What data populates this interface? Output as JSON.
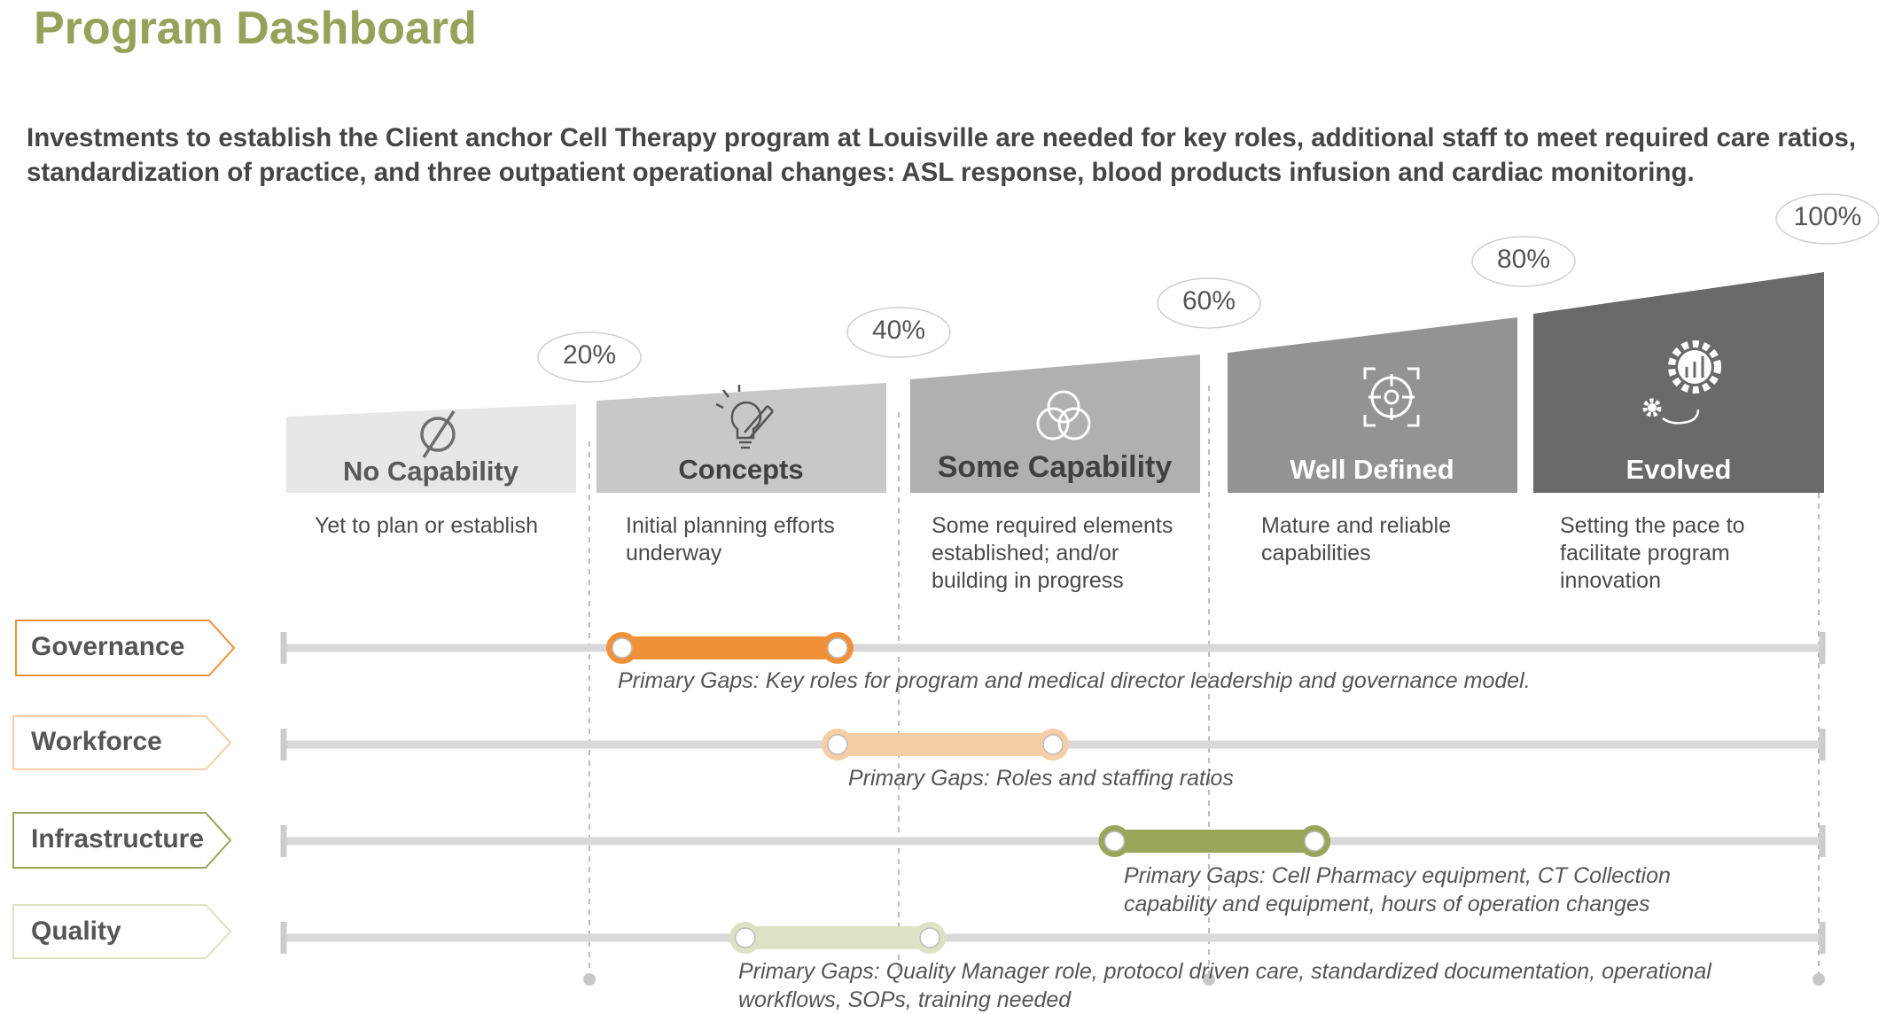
{
  "title": "Program Dashboard",
  "intro": "Investments to establish the Client anchor Cell Therapy program at Louisville are needed for key roles, additional staff to meet required care ratios, standardization of practice, and three outpatient operational changes: ASL response, blood products infusion and cardiac monitoring.",
  "stages": [
    {
      "label": "No Capability",
      "percent": "20%",
      "description": [
        "Yet to plan or establish"
      ],
      "fill": "#e7e7e7",
      "text_color": "#595959",
      "icon": "empty-set-icon"
    },
    {
      "label": "Concepts",
      "percent": "40%",
      "description": [
        "Initial planning efforts",
        "underway"
      ],
      "fill": "#c8c8c8",
      "text_color": "#595959",
      "icon": "lightbulb-pencil-icon"
    },
    {
      "label": "Some Capability",
      "percent": "60%",
      "description": [
        "Some required elements",
        "established; and/or",
        "building in progress"
      ],
      "fill": "#b0b0b0",
      "text_color": "#4f4f4f",
      "icon": "venn-circles-icon"
    },
    {
      "label": "Well Defined",
      "percent": "80%",
      "description": [
        "Mature and reliable",
        "capabilities"
      ],
      "fill": "#939393",
      "text_color": "#ffffff",
      "icon": "target-icon"
    },
    {
      "label": "Evolved",
      "percent": "100%",
      "description": [
        "Setting the pace to",
        "facilitate program",
        "innovation"
      ],
      "fill": "#6a6a6a",
      "text_color": "#ffffff",
      "icon": "gear-chart-icon"
    }
  ],
  "categories": [
    {
      "name": "Governance",
      "color": "#f0913a",
      "start_pct": 22,
      "end_pct": 36,
      "gap": [
        "Primary Gaps: Key roles for program and medical director leadership and governance model."
      ]
    },
    {
      "name": "Workforce",
      "color": "#f7cda6",
      "start_pct": 36,
      "end_pct": 50,
      "gap": [
        "Primary Gaps: Roles  and staffing ratios"
      ]
    },
    {
      "name": "Infrastructure",
      "color": "#98a65a",
      "start_pct": 54,
      "end_pct": 67,
      "gap": [
        "Primary Gaps: Cell Pharmacy equipment, CT Collection",
        "capability and equipment, hours of operation changes"
      ]
    },
    {
      "name": "Quality",
      "color": "#dce3c5",
      "start_pct": 30,
      "end_pct": 42,
      "gap": [
        "Primary Gaps: Quality Manager role, protocol driven care, standardized documentation, operational",
        "workflows, SOPs, training needed"
      ]
    }
  ]
}
